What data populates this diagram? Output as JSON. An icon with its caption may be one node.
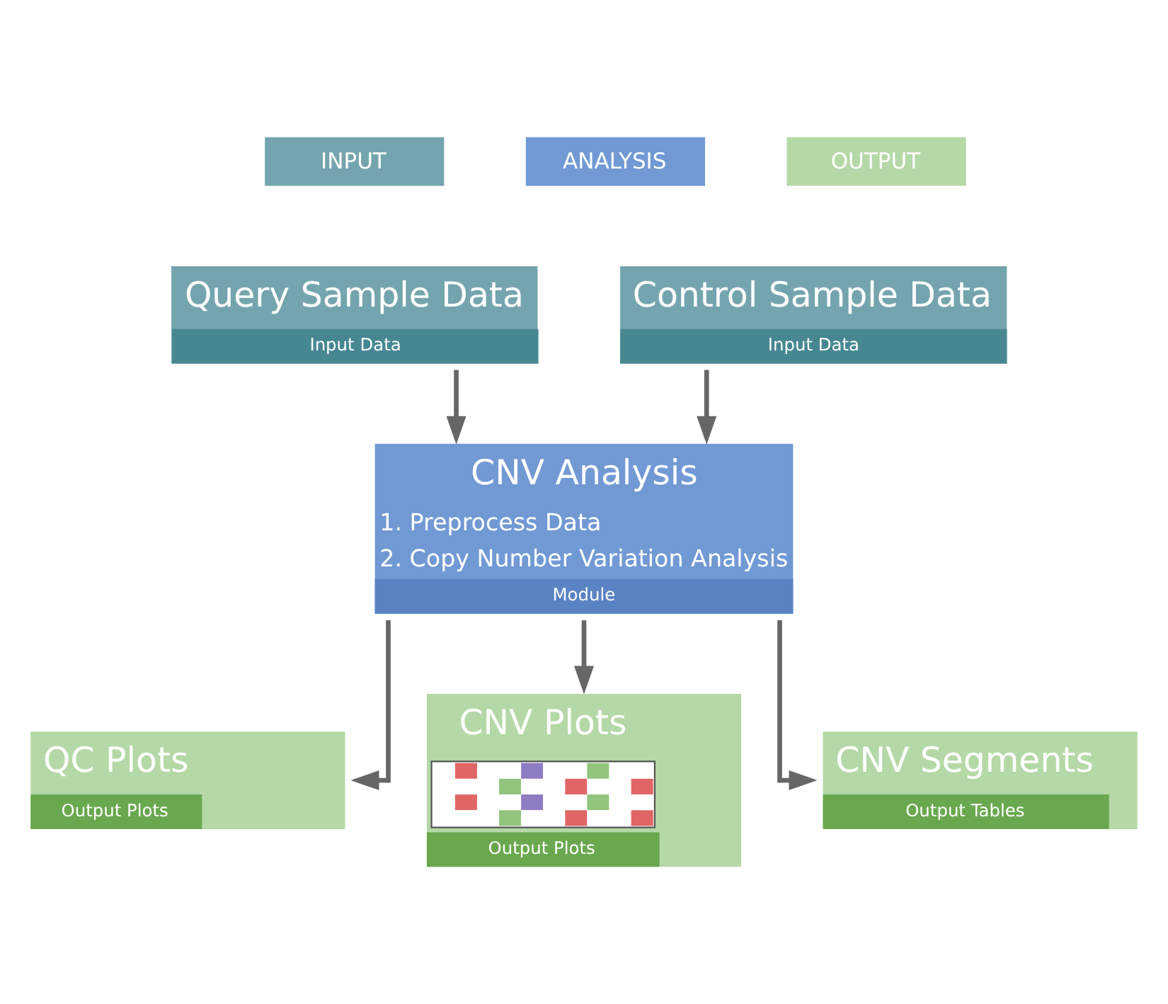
{
  "diagram": {
    "nodes": [
      {
        "text": [
          "Query Sample Data",
          "Input Data"
        ]
      },
      {
        "text": [
          "Control Sample Data",
          "Input Data"
        ]
      },
      {
        "text": [
          "CNV Analysis",
          "1. Preprocess Data",
          "2. Copy Number Variation Analysis",
          "Module"
        ]
      },
      {
        "text": [
          "QC Plots",
          "Output Plots"
        ]
      },
      {
        "text": [
          "CNV Plots",
          "Output Plots"
        ]
      },
      {
        "text": [
          "CNV Segments",
          "Output Tables"
        ]
      }
    ],
    "edges": [
      {
        "from": 0,
        "to": 2,
        "arrow": "to"
      },
      {
        "from": 1,
        "to": 2,
        "arrow": "to"
      },
      {
        "from": 2,
        "to": 3,
        "arrow": "to"
      },
      {
        "from": 2,
        "to": 4,
        "arrow": "to"
      },
      {
        "from": 2,
        "to": 5,
        "arrow": "to"
      }
    ],
    "legend": [
      {
        "text": "INPUT",
        "color": "#74a5ae"
      },
      {
        "text": "ANALYSIS",
        "color": "#7199d4"
      },
      {
        "text": "OUTPUT",
        "color": "#b5d8a7"
      }
    ]
  }
}
